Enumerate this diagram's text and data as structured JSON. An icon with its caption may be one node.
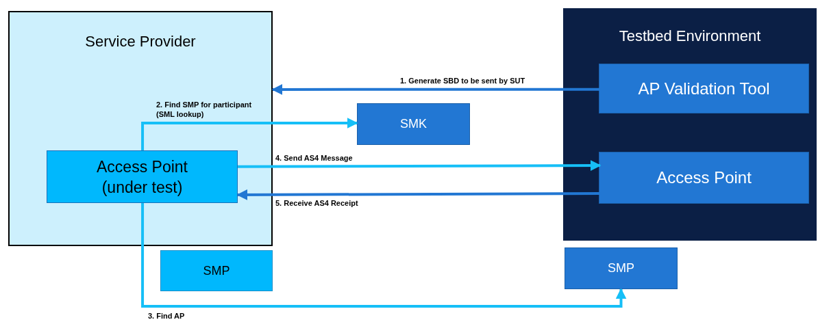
{
  "diagram": {
    "nodes": [
      {
        "text": [
          "Service Provider"
        ]
      },
      {
        "text": [
          "Access Point (under test)"
        ],
        "in": 0
      },
      {
        "text": [
          "Testbed Environment"
        ]
      },
      {
        "text": [
          "AP Validation Tool"
        ],
        "in": 2
      },
      {
        "text": [
          "Access Point"
        ],
        "in": 2
      },
      {
        "text": [
          "SMK"
        ]
      },
      {
        "text": [
          "SMP"
        ]
      },
      {
        "text": [
          "SMP"
        ]
      }
    ],
    "edges": [
      {
        "from": 3,
        "to": 0,
        "arrow": "to",
        "label": "1. Generate SBD to be sent by SUT",
        "color": "#2277d3"
      },
      {
        "from": 1,
        "to": 5,
        "arrow": "to",
        "label": "2. Find SMP for participant (SML lookup)"
      },
      {
        "from": 1,
        "to": 7,
        "arrow": "to",
        "label": "3. Find AP"
      },
      {
        "from": 1,
        "to": 4,
        "arrow": "to",
        "label": "4. Send AS4 Message"
      },
      {
        "from": 4,
        "to": 1,
        "arrow": "to",
        "label": "5. Receive AS4 Receipt",
        "color": "#2277d3"
      }
    ]
  }
}
